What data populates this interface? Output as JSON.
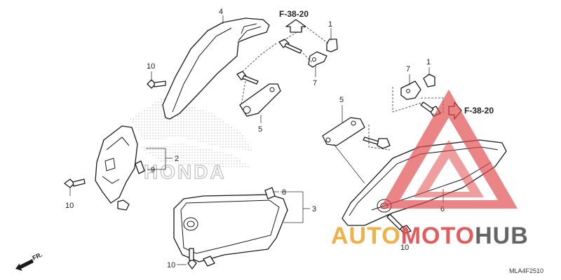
{
  "diagram": {
    "callouts": {
      "c4": "4",
      "c1_top": "1",
      "c7_top": "7",
      "c10_a": "10",
      "c5_a": "5",
      "c2": "2",
      "c9": "9",
      "c10_b": "10",
      "c8": "8",
      "c3": "3",
      "c10_c": "10",
      "c7_right": "7",
      "c1_right": "1",
      "c5_b": "5",
      "c6": "6",
      "c10_d": "10"
    },
    "ref_top": "F-38-20",
    "ref_right": "F-38-20",
    "front_label": "FR.",
    "diagram_code": "MLA4F2510",
    "watermark_brand": "HONDA",
    "watermark_text": {
      "part1": "AUTO",
      "part2": "MOTO",
      "part3": "HUB"
    },
    "colors": {
      "watermark_red": "#e24a4a",
      "watermark_orange": "#f0a830",
      "watermark_gray": "#555555",
      "line": "#1a1a1a"
    }
  }
}
